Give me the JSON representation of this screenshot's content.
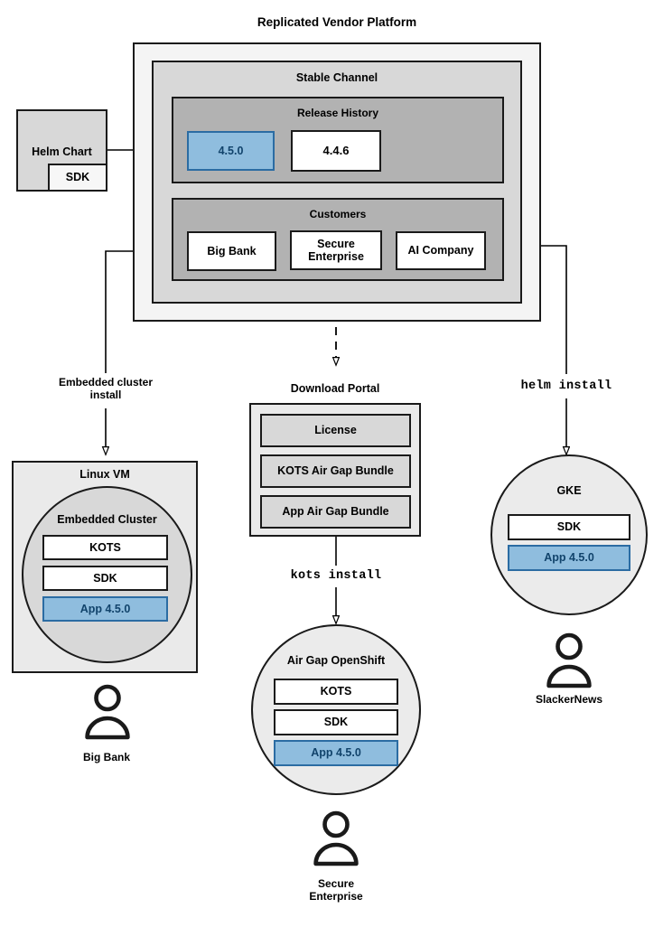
{
  "diagram": {
    "title": "Replicated Vendor Platform",
    "platform": {
      "channel_label": "Stable Channel",
      "release_history": {
        "label": "Release History",
        "releases": [
          {
            "version": "4.5.0",
            "state": "current"
          },
          {
            "version": "4.4.6",
            "state": "previous"
          }
        ]
      },
      "customers": {
        "label": "Customers",
        "items": [
          {
            "name": "Big Bank"
          },
          {
            "name": "Secure\nEnterprise"
          },
          {
            "name": "AI Company"
          }
        ]
      }
    },
    "source": {
      "label": "Helm Chart",
      "sdk_label": "SDK"
    },
    "connectors": [
      {
        "id": "embedded-cluster-install",
        "label": "Embedded cluster\ninstall",
        "style": "solid"
      },
      {
        "id": "download-portal",
        "label": "",
        "style": "dashed"
      },
      {
        "id": "kots-install",
        "label": "kots install",
        "style": "mono"
      },
      {
        "id": "helm-install",
        "label": "helm install",
        "style": "mono"
      }
    ],
    "download_portal": {
      "label": "Download Portal",
      "artifacts": [
        "License",
        "KOTS Air Gap Bundle",
        "App Air Gap Bundle"
      ]
    },
    "targets": [
      {
        "id": "linux-vm",
        "label": "Linux VM",
        "inner_label": "Embedded Cluster",
        "components": [
          {
            "name": "KOTS",
            "highlight": false
          },
          {
            "name": "SDK",
            "highlight": false
          },
          {
            "name": "App 4.5.0",
            "highlight": true
          }
        ],
        "customer": "Big Bank"
      },
      {
        "id": "air-gap-openshift",
        "label": "Air Gap OpenShift",
        "components": [
          {
            "name": "KOTS",
            "highlight": false
          },
          {
            "name": "SDK",
            "highlight": false
          },
          {
            "name": "App 4.5.0",
            "highlight": true
          }
        ],
        "customer": "Secure\nEnterprise"
      },
      {
        "id": "gke",
        "label": "GKE",
        "components": [
          {
            "name": "SDK",
            "highlight": false
          },
          {
            "name": "App 4.5.0",
            "highlight": true
          }
        ],
        "customer": "SlackerNews"
      }
    ],
    "colors": {
      "highlight_fill": "#8fbdde",
      "highlight_border": "#2b6ca3",
      "highlight_text": "#11436b",
      "outer_fill": "#f4f4f4",
      "channel_fill": "#d8d8d8",
      "group_fill": "#b2b2b2",
      "stroke": "#1a1a1a"
    }
  }
}
